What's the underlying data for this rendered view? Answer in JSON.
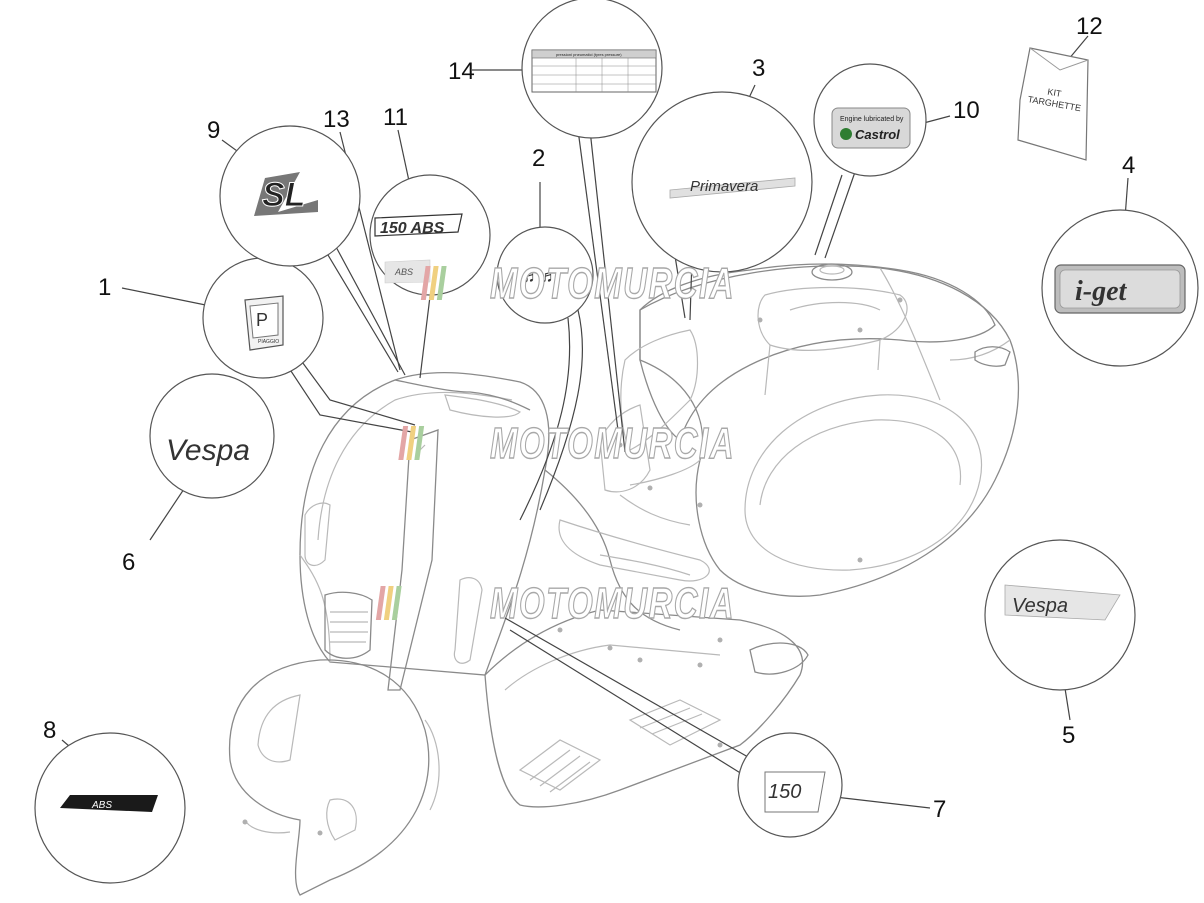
{
  "diagram": {
    "callout_numbers": [
      "1",
      "2",
      "3",
      "4",
      "5",
      "6",
      "7",
      "8",
      "9",
      "10",
      "11",
      "12",
      "13",
      "14"
    ],
    "watermark": "MOTOMURCIA",
    "stickers": {
      "sl_logo": "SL",
      "model_150_abs": "150 ABS",
      "abs_small": "ABS",
      "primavera": "Primavera",
      "castrol_line1": "Engine lubricated by",
      "castrol_line2": "Castrol",
      "kit_line1": "KIT",
      "kit_line2": "TARGHETTE",
      "iget": "i-get",
      "abs_badge": "ABS",
      "model_150": "150",
      "vespa_script": "Vespa",
      "piaggio_small": "PIAGGIO",
      "pressure_title": "pressioni pneumatici (tyres pressure)"
    },
    "colors": {
      "outline": "#b9b9b9",
      "leader": "#444444",
      "watermark_stripe_1": "#e3a6a6",
      "watermark_stripe_2": "#f0d080",
      "watermark_stripe_3": "#a9cf9e",
      "castrol_green": "#2e7d32",
      "castrol_red": "#c62828"
    }
  }
}
